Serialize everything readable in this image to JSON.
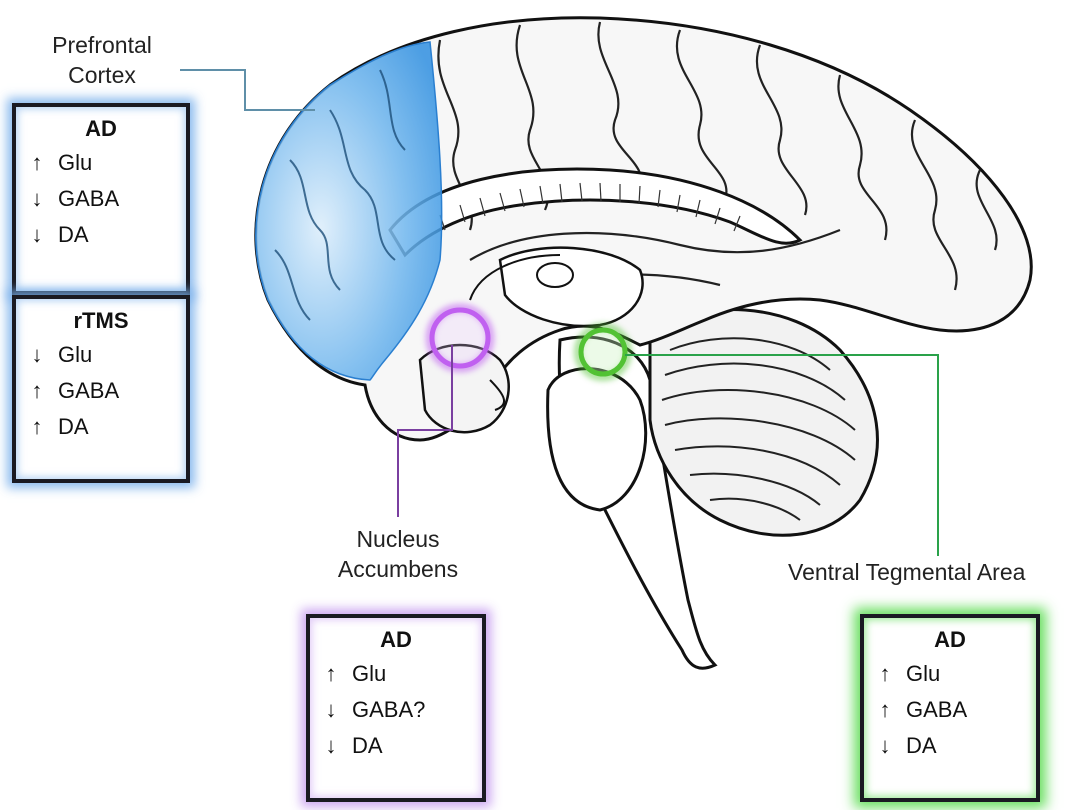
{
  "colors": {
    "pfc_region": "#3b9be6",
    "nacc_region": "#c060f0",
    "vta_region": "#52c234",
    "leader_pfc": "#5f8fa8",
    "leader_nacc": "#7a3fa0",
    "leader_vta": "#2aa24a",
    "box_border": "#1a1a22"
  },
  "labels": {
    "pfc": "Prefrontal\nCortex",
    "nacc": "Nucleus\nAccumbens",
    "vta": "Ventral Tegmental Area"
  },
  "boxes": {
    "pfc_ad": {
      "title": "AD",
      "rows": [
        {
          "arrow": "↑",
          "text": "Glu"
        },
        {
          "arrow": "↓",
          "text": "GABA"
        },
        {
          "arrow": "↓",
          "text": "DA"
        }
      ]
    },
    "pfc_rtms": {
      "title": "rTMS",
      "rows": [
        {
          "arrow": "↓",
          "text": "Glu"
        },
        {
          "arrow": "↑",
          "text": "GABA"
        },
        {
          "arrow": "↑",
          "text": "DA"
        }
      ]
    },
    "nacc_ad": {
      "title": "AD",
      "rows": [
        {
          "arrow": "↑",
          "text": "Glu"
        },
        {
          "arrow": "↓",
          "text": "GABA?"
        },
        {
          "arrow": "↓",
          "text": "DA"
        }
      ]
    },
    "vta_ad": {
      "title": "AD",
      "rows": [
        {
          "arrow": "↑",
          "text": "Glu"
        },
        {
          "arrow": "↑",
          "text": "GABA"
        },
        {
          "arrow": "↓",
          "text": "DA"
        }
      ]
    }
  }
}
